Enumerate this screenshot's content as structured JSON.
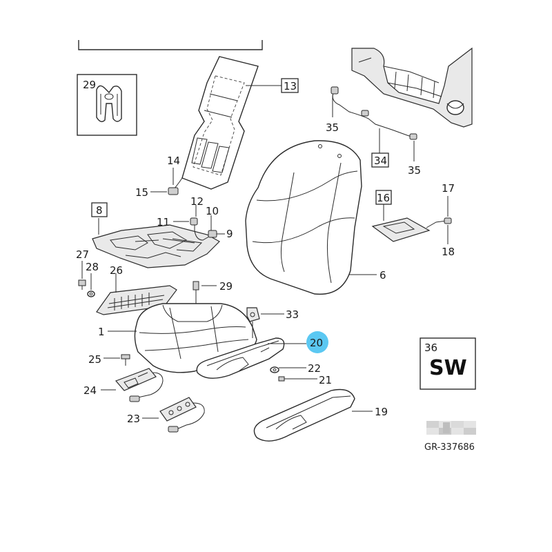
{
  "diagram": {
    "reference_code": "GR-337686",
    "variant_code": "SW",
    "highlight_color": "#5bc8f2",
    "callouts": {
      "c1": "1",
      "c6": "6",
      "c8": "8",
      "c9": "9",
      "c10": "10",
      "c11": "11",
      "c12": "12",
      "c13": "13",
      "c14": "14",
      "c15": "15",
      "c16": "16",
      "c17": "17",
      "c18": "18",
      "c19": "19",
      "c20": "20",
      "c21": "21",
      "c22": "22",
      "c23": "23",
      "c24": "24",
      "c25": "25",
      "c26": "26",
      "c27": "27",
      "c28": "28",
      "c29a": "29",
      "c29b": "29",
      "c33": "33",
      "c34": "34",
      "c35a": "35",
      "c35b": "35",
      "c36": "36"
    }
  }
}
